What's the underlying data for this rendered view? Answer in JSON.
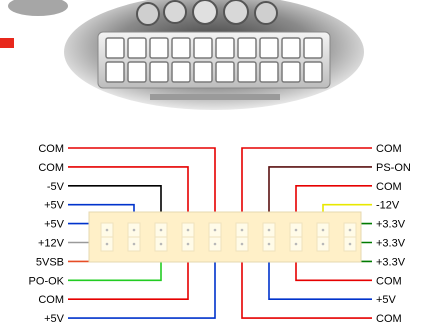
{
  "connector": {
    "pin_rows": 2,
    "pins_per_row": 10,
    "photo": {
      "icon": "atx-20-pin-connector-photo",
      "marker_color": "#e8281c"
    },
    "housing_color": "#fff0c8"
  },
  "left_labels": [
    {
      "text": "COM",
      "wire_color": "#e60000"
    },
    {
      "text": "COM",
      "wire_color": "#e60000"
    },
    {
      "text": "-5V",
      "wire_color": "#000000"
    },
    {
      "text": "+5V",
      "wire_color": "#0033cc"
    },
    {
      "text": "+5V",
      "wire_color": "#0033cc"
    },
    {
      "text": "+12V",
      "wire_color": "#9a9a9a"
    },
    {
      "text": "5VSB",
      "wire_color": "#e64d26"
    },
    {
      "text": "PO-OK",
      "wire_color": "#22cc22"
    },
    {
      "text": "COM",
      "wire_color": "#e60000"
    },
    {
      "text": "+5V",
      "wire_color": "#0033cc"
    }
  ],
  "right_labels": [
    {
      "text": "COM",
      "wire_color": "#e60000"
    },
    {
      "text": "PS-ON",
      "wire_color": "#5a1010"
    },
    {
      "text": "COM",
      "wire_color": "#e60000"
    },
    {
      "text": "-12V",
      "wire_color": "#e8e800"
    },
    {
      "text": "+3.3V",
      "wire_color": "#007a00"
    },
    {
      "text": "+3.3V",
      "wire_color": "#007a00"
    },
    {
      "text": "+3.3V",
      "wire_color": "#007a00"
    },
    {
      "text": "COM",
      "wire_color": "#e60000"
    },
    {
      "text": "+5V",
      "wire_color": "#0033cc"
    },
    {
      "text": "COM",
      "wire_color": "#e60000"
    }
  ]
}
